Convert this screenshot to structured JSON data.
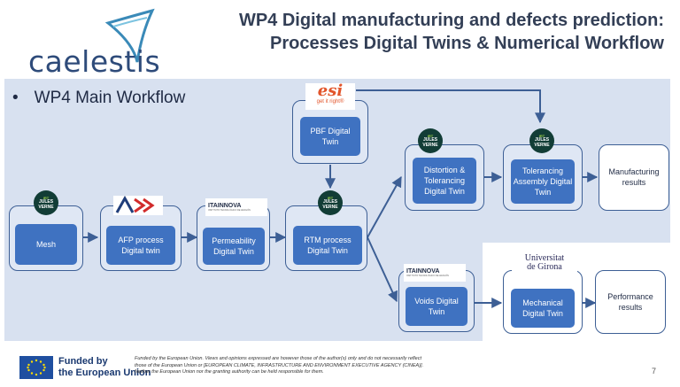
{
  "logo": {
    "text": "caelestis"
  },
  "title": {
    "line1": "WP4 Digital manufacturing and defects prediction:",
    "line2": "Processes Digital Twins & Numerical Workflow"
  },
  "bullet": "WP4 Main Workflow",
  "badges": {
    "jules_verne": {
      "irt": "IRT",
      "l1": "JULES",
      "l2": "VERNE"
    },
    "ita": {
      "name": "ITAINNOVA",
      "sub": "INSTITUTO TECNOLÓGICO DE ARAGÓN"
    },
    "esi": {
      "mark": "esi",
      "tagline": "get it right®"
    },
    "udg": {
      "l1": "Universitat",
      "l2": "de Girona"
    }
  },
  "nodes": {
    "mesh": "Mesh",
    "afp": "AFP process Digital twin",
    "permeability": "Permeability Digital Twin",
    "rtm": "RTM process Digital Twin",
    "pbf": "PBF Digital Twin",
    "distortion": "Distortion & Tolerancing Digital Twin",
    "tolerancing": "Tolerancing Assembly Digital Twin",
    "manufacturing": "Manufacturing results",
    "voids": "Voids Digital Twin",
    "mechanical": "Mechanical Digital Twin",
    "performance": "Performance results"
  },
  "footer": {
    "eu_line1": "Funded by",
    "eu_line2": "the European Union",
    "disclaimer": "Funded by the European Union. Views and opinions expressed are however those of the author(s) only and do not necessarily reflect those of the European Union or [EUROPEAN CLIMATE, INFRASTRUCTURE AND ENVIRONMENT EXECUTIVE AGENCY (CINEA)]. Neither the European Union nor the granting authority can be held responsible for them.",
    "page": "7"
  },
  "colors": {
    "accent": "#3f72c1",
    "panel": "#d8e1f0",
    "border": "#3d5f95"
  }
}
